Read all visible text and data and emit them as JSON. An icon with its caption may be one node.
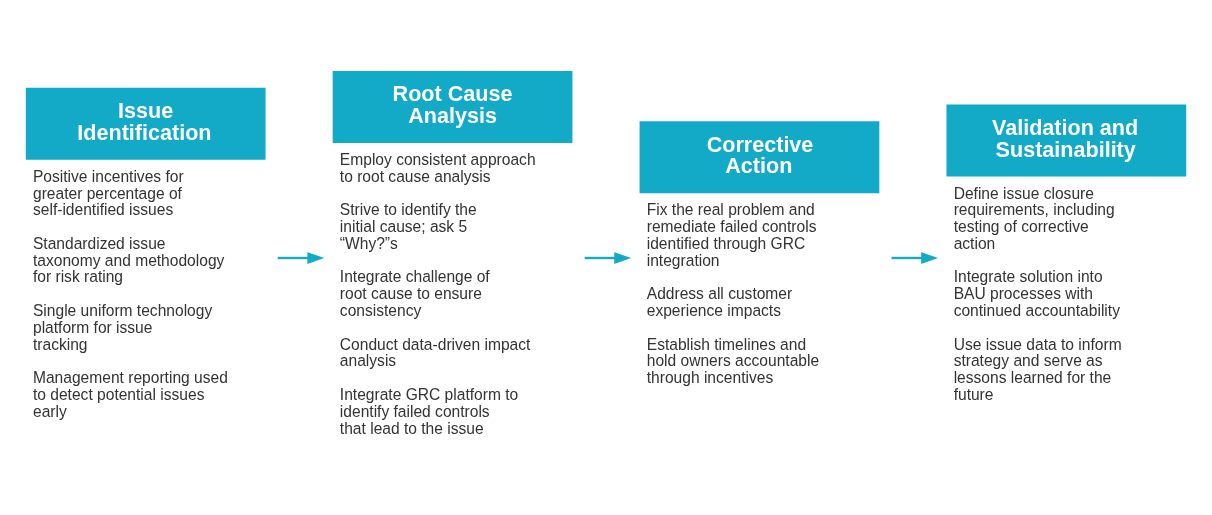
{
  "diagram": {
    "nodes": [
      {
        "text": [
          "Issue Identification"
        ],
        "beside": [
          "Positive incentives for greater percentage of self-identified issues",
          "Standardized issue taxonomy and methodology for risk rating",
          "Single uniform technology platform for issue tracking",
          "Management reporting used to detect potential issues early"
        ]
      },
      {
        "text": [
          "Root Cause Analysis"
        ],
        "beside": [
          "Employ consistent approach to root cause analysis",
          "Strive to identify the initial cause; ask 5 “Why?”s",
          "Integrate challenge of root cause to ensure consistency",
          "Conduct data-driven impact analysis",
          "Integrate GRC platform to identify failed controls that lead to the issue"
        ]
      },
      {
        "text": [
          "Corrective Action"
        ],
        "beside": [
          "Fix the real problem and remediate failed controls identified through GRC integration",
          "Address all customer experience impacts",
          "Establish timelines and hold owners accountable through incentives"
        ]
      },
      {
        "text": [
          "Validation and Sustainability"
        ],
        "beside": [
          "Define issue closure requirements, including testing of corrective action",
          "Integrate solution into BAU processes with continued accountability",
          "Use issue data to inform strategy and serve as lessons learned for the future"
        ]
      }
    ],
    "edges": [
      {
        "from": 0,
        "to": 1,
        "arrow": "to"
      },
      {
        "from": 1,
        "to": 2,
        "arrow": "to"
      },
      {
        "from": 2,
        "to": 3,
        "arrow": "to"
      }
    ]
  }
}
